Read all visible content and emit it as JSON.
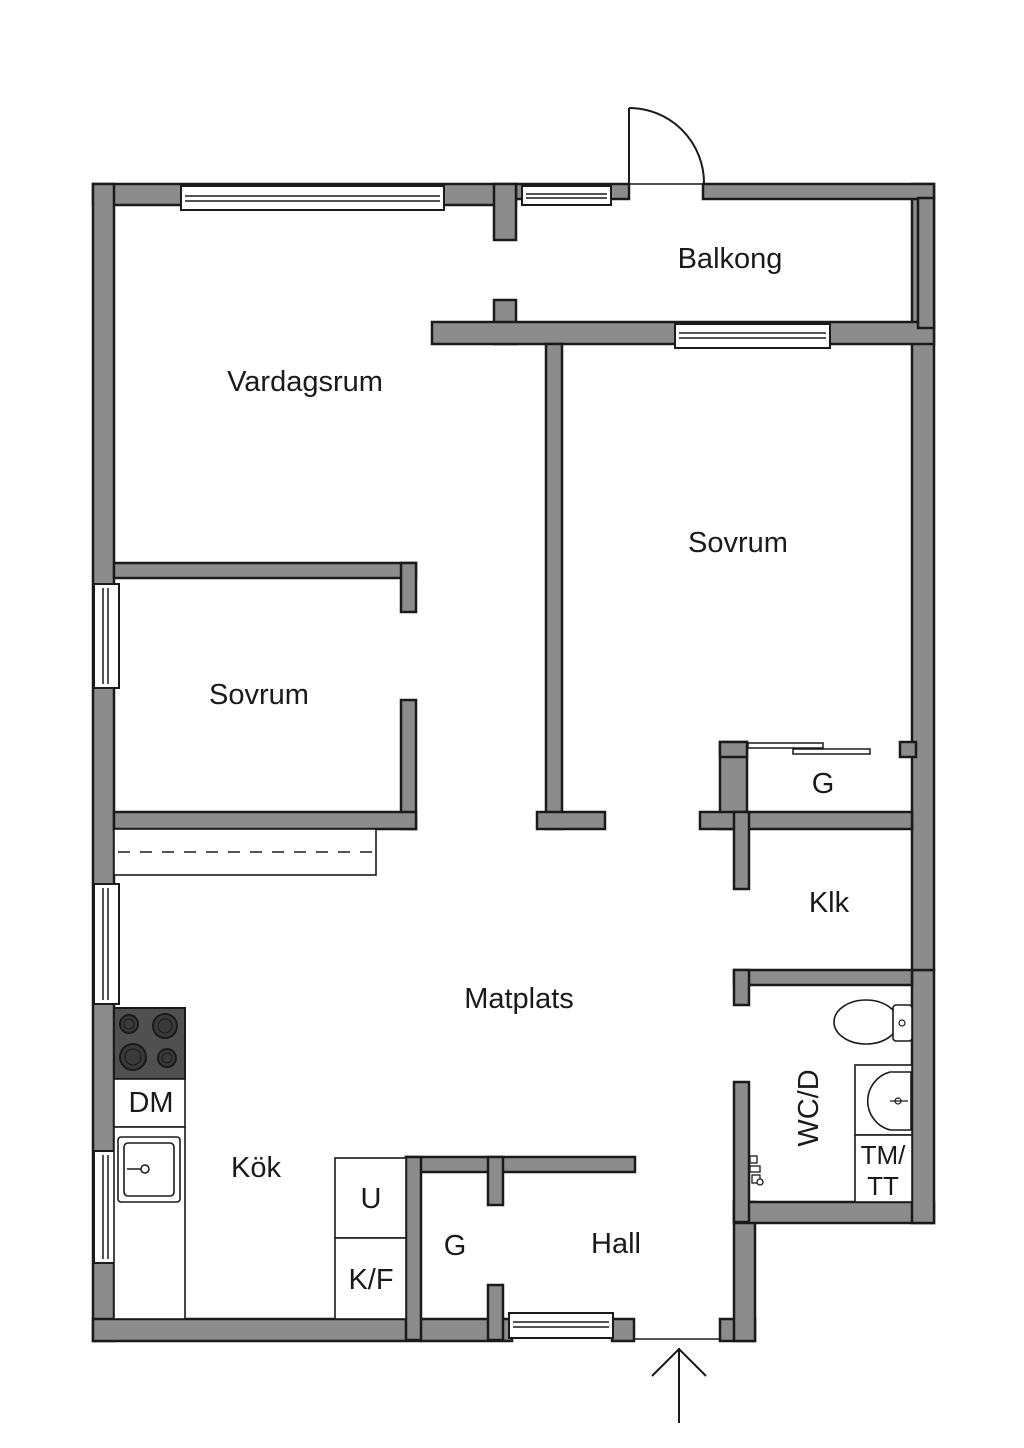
{
  "rooms": {
    "vardagsrum": "Vardagsrum",
    "balkong": "Balkong",
    "sovrum_big": "Sovrum",
    "sovrum_small": "Sovrum",
    "g_closet_top": "G",
    "klk": "Klk",
    "matplats": "Matplats",
    "wc_d": "WC/D",
    "kok": "Kök",
    "hall": "Hall",
    "g_closet_hall": "G"
  },
  "fixtures": {
    "dm": "DM",
    "u": "U",
    "kf": "K/F",
    "tmtt_line1": "TM/",
    "tmtt_line2": "TT"
  },
  "icons": [
    "door-swing-icon",
    "entrance-arrow-icon",
    "stove-icon",
    "sink-icon",
    "toilet-icon",
    "washbasin-icon",
    "shower-icon"
  ]
}
